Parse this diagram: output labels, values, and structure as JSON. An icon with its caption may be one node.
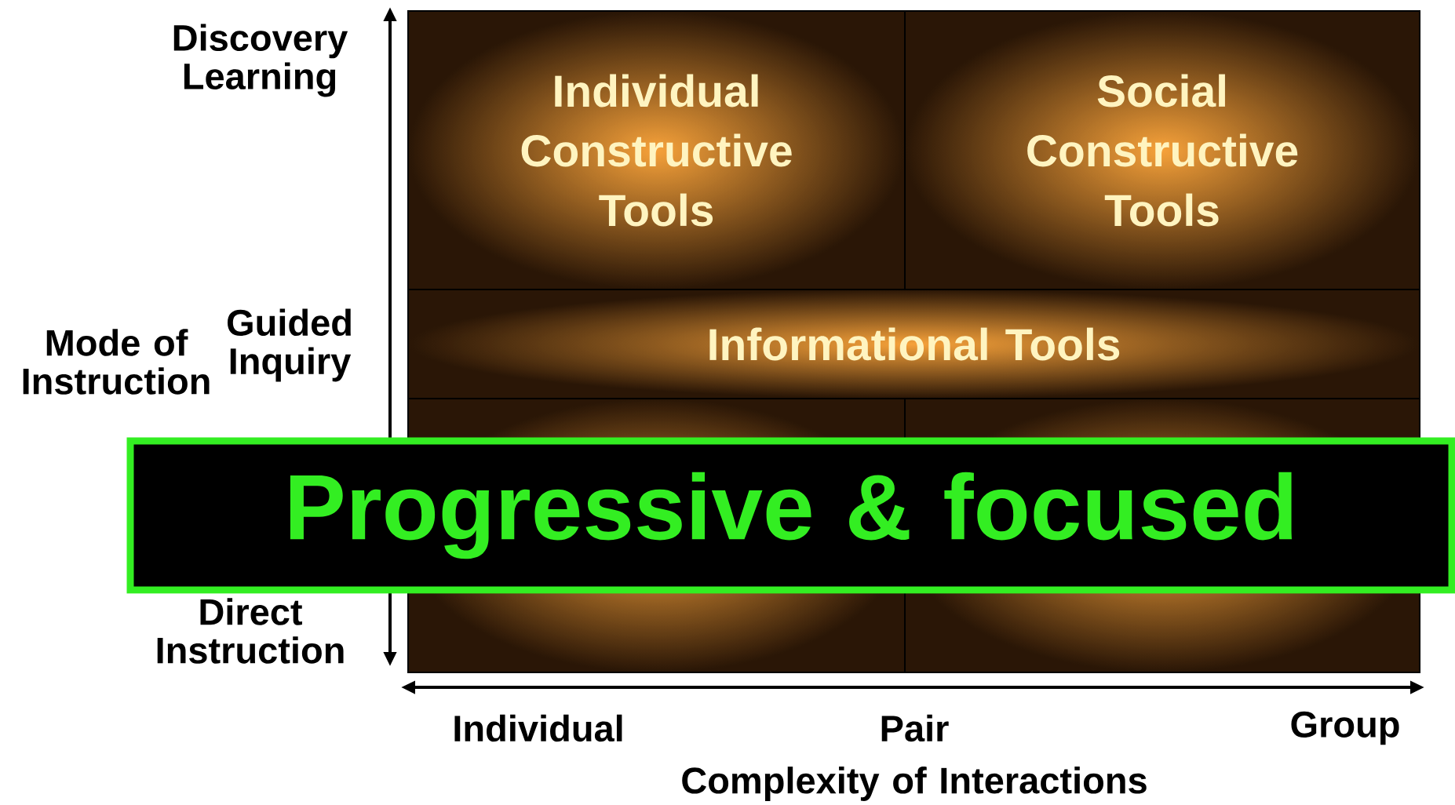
{
  "diagram": {
    "nodes": [
      {
        "text": [
          "Individual Constructive Tools"
        ]
      },
      {
        "text": [
          "Social Constructive Tools"
        ]
      },
      {
        "text": [
          "Informational Tools"
        ]
      },
      {
        "text": [
          "Progressive & focused"
        ]
      }
    ],
    "labels": [
      "Discovery Learning",
      "Mode of Instruction",
      "Guided Inquiry",
      "Direct Instruction",
      "Individual",
      "Pair",
      "Group",
      "Complexity of Interactions"
    ]
  }
}
